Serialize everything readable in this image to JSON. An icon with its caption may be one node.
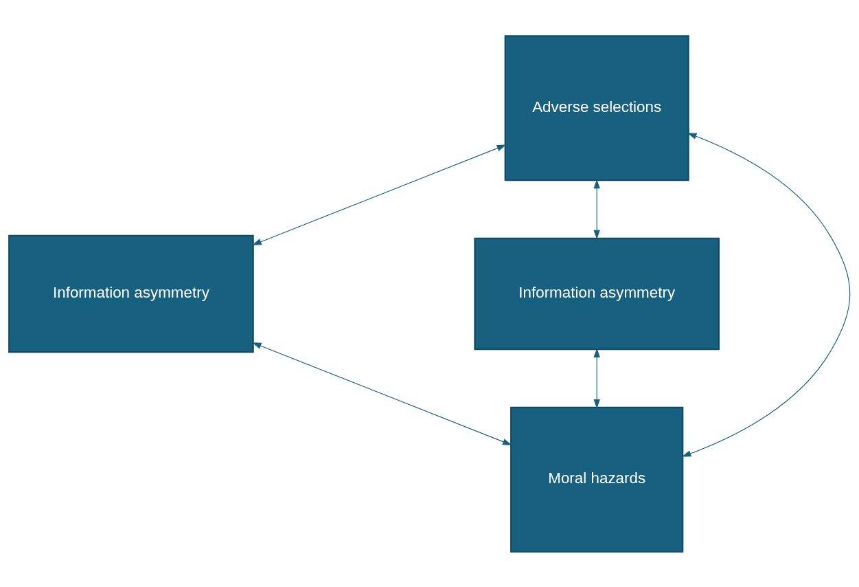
{
  "diagram": {
    "nodes": [
      {
        "text": [
          "Adverse selections"
        ]
      },
      {
        "text": [
          "Information asymmetry"
        ]
      },
      {
        "text": [
          "Information asymmetry"
        ]
      },
      {
        "text": [
          "Moral hazards"
        ]
      }
    ],
    "edges": [
      {
        "from": 0,
        "to": 1,
        "arrow": "both"
      },
      {
        "from": 0,
        "to": 3,
        "arrow": "both"
      },
      {
        "from": 0,
        "to": 2,
        "arrow": "both"
      },
      {
        "from": 1,
        "to": 3,
        "arrow": "both"
      },
      {
        "from": 2,
        "to": 3,
        "arrow": "both"
      }
    ]
  }
}
